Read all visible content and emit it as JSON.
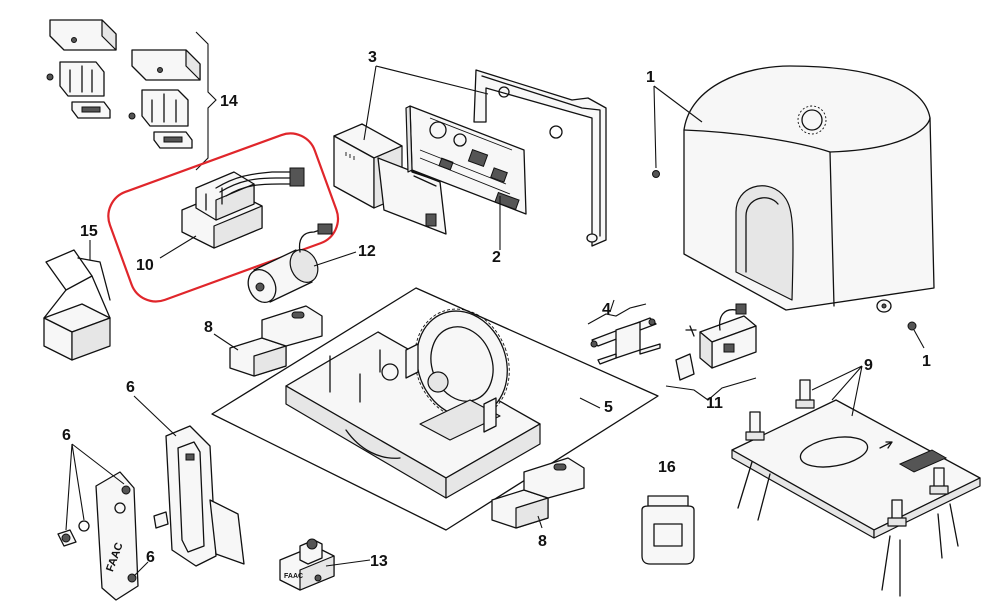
{
  "labels": {
    "cover": "1",
    "cover_screw": "1",
    "electronics": "2",
    "electronics_housing": "3",
    "limit_bracket": "4",
    "base": "5",
    "release_lever": "6",
    "release_parts": "6",
    "release_screw": "6",
    "foot_left": "8",
    "foot_right": "8",
    "bolts": "9",
    "transformer": "10",
    "wiring": "11",
    "motor": "12",
    "release_key": "13",
    "limit_stops": "14",
    "packaging": "15",
    "grease_jar": "16"
  },
  "markings": {
    "brand_lever": "FAAC",
    "brand_key": "FAAC"
  },
  "highlight": {
    "target": "transformer",
    "color": "#e0262b"
  },
  "colors": {
    "line": "#111111",
    "shade": "#e6e6e6"
  }
}
